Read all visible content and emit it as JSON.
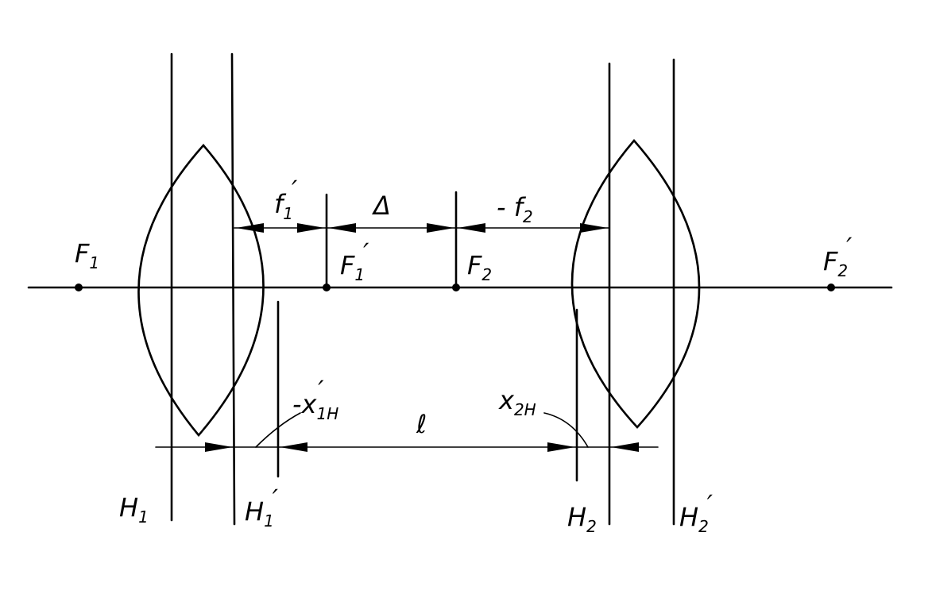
{
  "diagram": {
    "points": {
      "F1": "F",
      "F1_sub": "1",
      "F1prime": "F",
      "F1prime_sub": "1",
      "F1prime_mark": "′",
      "F2": "F",
      "F2_sub": "2",
      "F2prime": "F",
      "F2prime_sub": "2",
      "F2prime_mark": "′"
    },
    "planes": {
      "H1": "H",
      "H1_sub": "1",
      "H1prime": "H",
      "H1prime_sub": "1",
      "H1prime_mark": "′",
      "H2": "H",
      "H2_sub": "2",
      "H2prime": "H",
      "H2prime_sub": "2",
      "H2prime_mark": "′"
    },
    "dimensions": {
      "f1prime": "f",
      "f1prime_sub": "1",
      "f1prime_mark": "′",
      "delta": "Δ",
      "minus_f2": "- f",
      "minus_f2_sub": "2",
      "minus_x1H": "-x",
      "minus_x1H_sub": "1H",
      "minus_x1H_mark": "′",
      "l": "ℓ",
      "x2H": "x",
      "x2H_sub": "2H"
    }
  }
}
